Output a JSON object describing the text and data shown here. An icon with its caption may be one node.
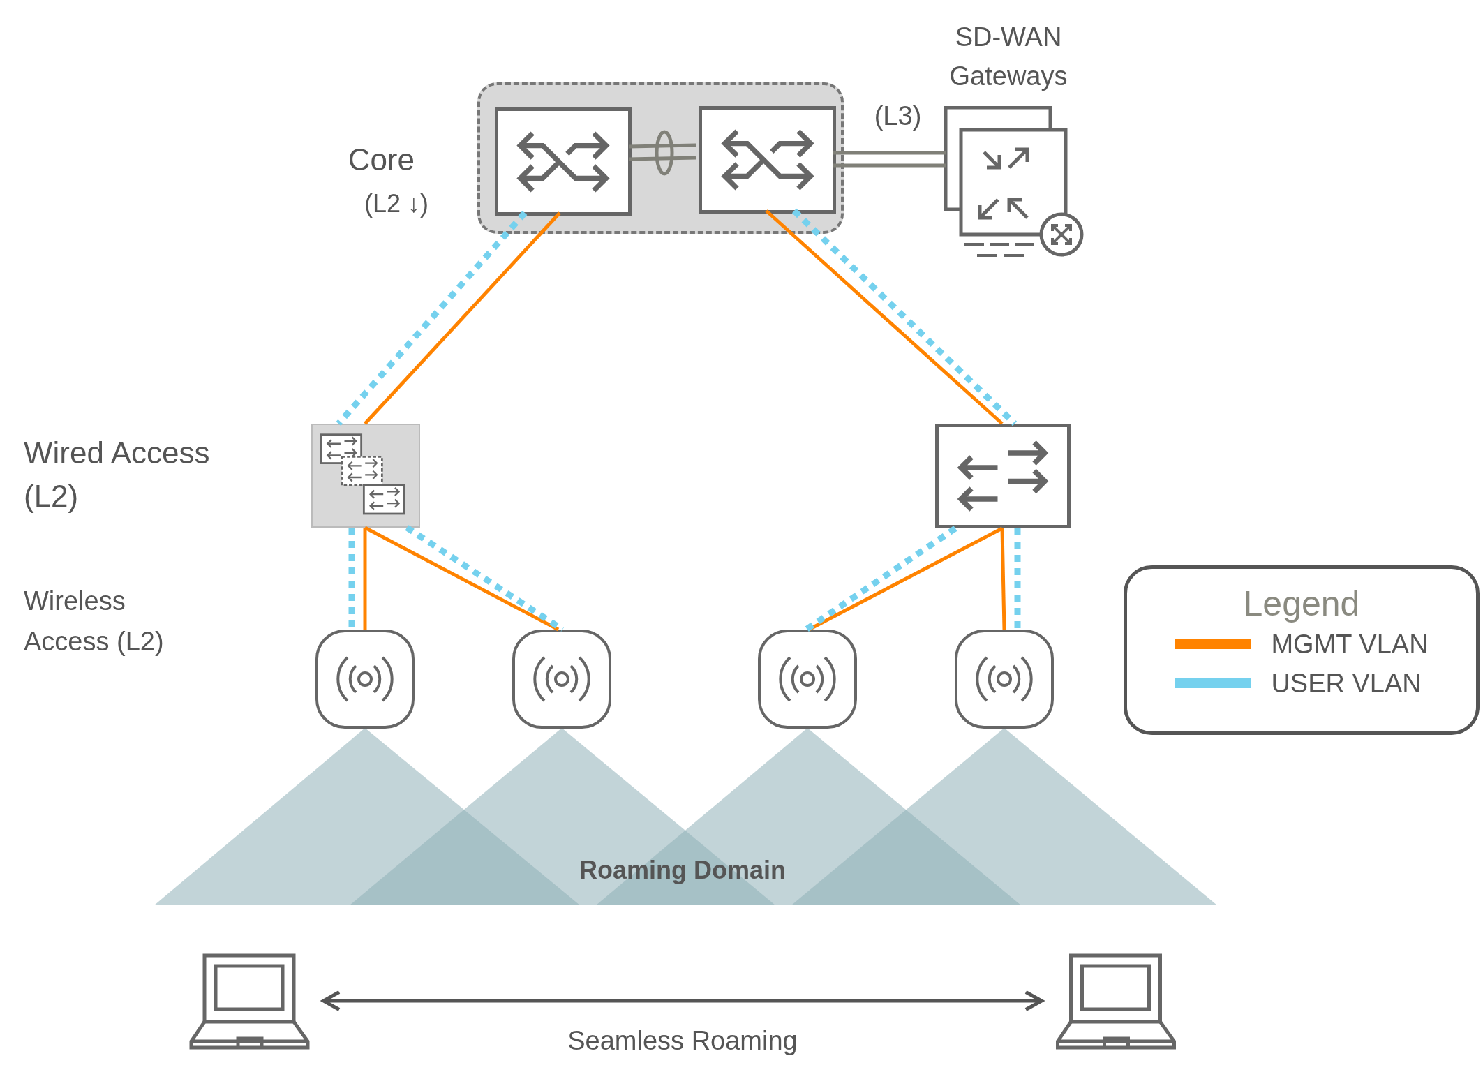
{
  "diagram": {
    "nodes": [
      {
        "text": [],
        "shape": "box",
        "beside": [
          "Core",
          "(L2 ↓)"
        ]
      },
      {
        "text": [],
        "shape": "box",
        "in": 0
      },
      {
        "text": [],
        "shape": "box",
        "in": 0
      },
      {
        "text": [
          "SD-WAN Gateways"
        ]
      },
      {
        "text": [],
        "shape": "box"
      },
      {
        "text": [],
        "shape": "box"
      },
      {
        "text": [],
        "shape": "picture"
      },
      {
        "text": [],
        "shape": "picture"
      },
      {
        "text": [],
        "shape": "picture"
      },
      {
        "text": [],
        "shape": "picture"
      },
      {
        "text": [],
        "shape": "picture"
      },
      {
        "text": [],
        "shape": "picture"
      }
    ],
    "edges": [
      {
        "from": 1,
        "to": 2,
        "arrow": "none",
        "color": "#808078"
      },
      {
        "from": 2,
        "to": 3,
        "arrow": "none",
        "label": "(L3)",
        "color": "#808078"
      },
      {
        "from": 1,
        "to": 4,
        "arrow": "none",
        "color": "#ff8300"
      },
      {
        "from": 1,
        "to": 4,
        "arrow": "none",
        "style": "dashed",
        "color": "#75d1ee"
      },
      {
        "from": 2,
        "to": 5,
        "arrow": "none",
        "color": "#ff8300"
      },
      {
        "from": 2,
        "to": 5,
        "arrow": "none",
        "style": "dashed",
        "color": "#75d1ee"
      },
      {
        "from": 4,
        "to": 6,
        "arrow": "none",
        "color": "#ff8300"
      },
      {
        "from": 4,
        "to": 6,
        "arrow": "none",
        "style": "dashed",
        "color": "#75d1ee"
      },
      {
        "from": 4,
        "to": 7,
        "arrow": "none",
        "color": "#ff8300"
      },
      {
        "from": 4,
        "to": 7,
        "arrow": "none",
        "style": "dashed",
        "color": "#75d1ee"
      },
      {
        "from": 5,
        "to": 8,
        "arrow": "none",
        "color": "#ff8300"
      },
      {
        "from": 5,
        "to": 8,
        "arrow": "none",
        "style": "dashed",
        "color": "#75d1ee"
      },
      {
        "from": 5,
        "to": 9,
        "arrow": "none",
        "color": "#ff8300"
      },
      {
        "from": 5,
        "to": 9,
        "arrow": "none",
        "style": "dashed",
        "color": "#75d1ee"
      },
      {
        "from": 10,
        "to": 11,
        "arrow": "both",
        "label": "Seamless Roaming",
        "color": "#555555"
      }
    ],
    "labels": [
      "Wired Access (L2)",
      "Wireless Access (L2)",
      "Roaming Domain",
      "Legend"
    ],
    "legend": [
      {
        "text": "MGMT VLAN",
        "color": "#ff8300"
      },
      {
        "text": "USER VLAN",
        "color": "#75d1ee"
      }
    ]
  }
}
